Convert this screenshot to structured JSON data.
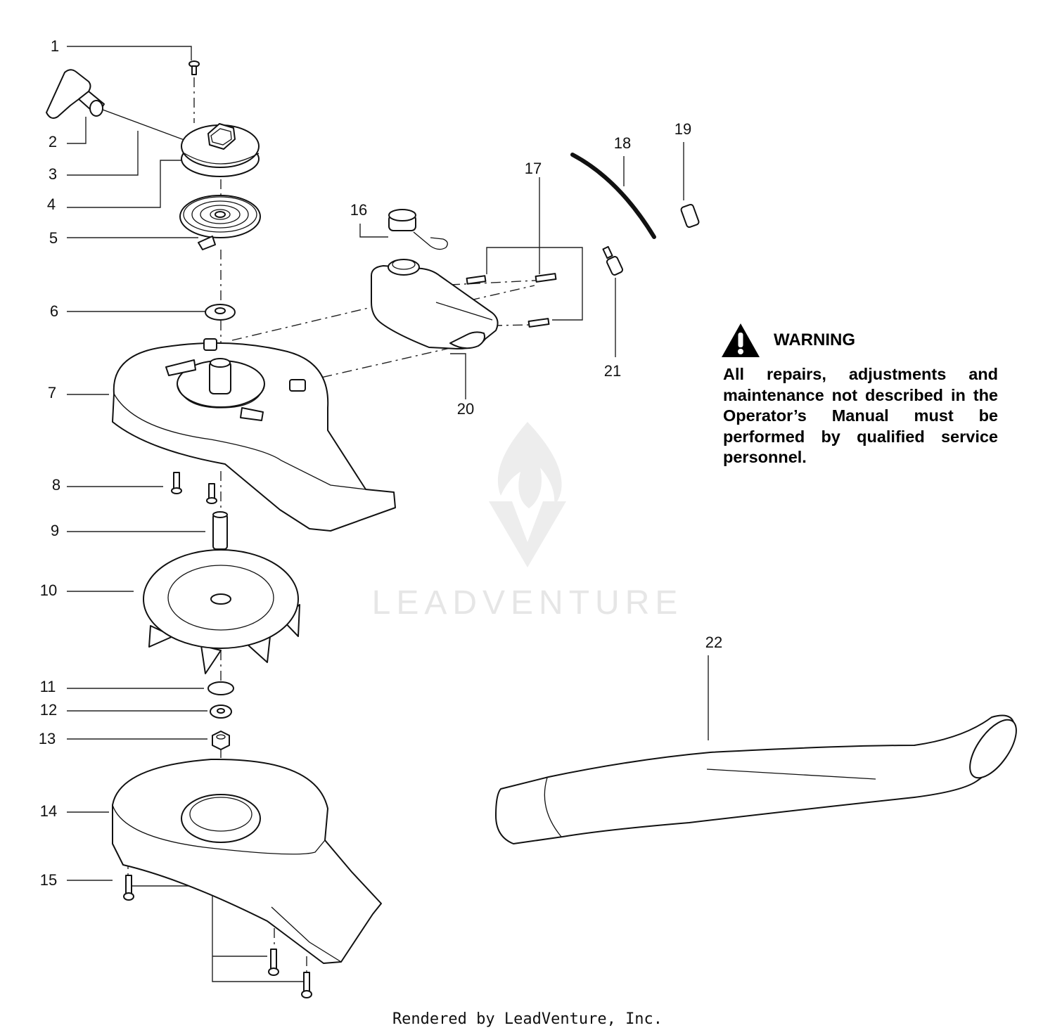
{
  "callouts": [
    "1",
    "2",
    "3",
    "4",
    "5",
    "6",
    "7",
    "8",
    "9",
    "10",
    "11",
    "12",
    "13",
    "14",
    "15",
    "16",
    "17",
    "18",
    "19",
    "20",
    "21",
    "22"
  ],
  "warning": {
    "icon": "warning-triangle-icon",
    "title": "WARNING",
    "text": "All repairs, adjustments and maintenance not described in the Operator’s Manual must be performed by qualified service personnel."
  },
  "watermark": {
    "logo": "leadventure-flame-logo",
    "text": "LEADVENTURE"
  },
  "footer": "Rendered by LeadVenture, Inc."
}
